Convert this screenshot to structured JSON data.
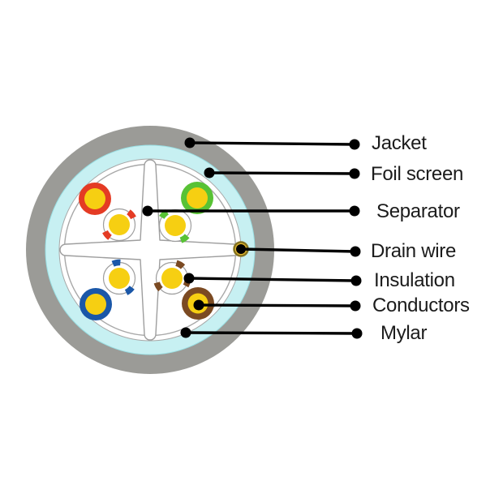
{
  "diagram": {
    "type": "twisted-pair-cable-cross-section",
    "labels": [
      {
        "text": "Jacket"
      },
      {
        "text": "Foil screen"
      },
      {
        "text": "Separator"
      },
      {
        "text": "Drain wire"
      },
      {
        "text": "Insulation"
      },
      {
        "text": "Conductors"
      },
      {
        "text": "Mylar"
      }
    ]
  },
  "colors": {
    "jacket_gray": "#9b9b97",
    "foil_cyan": "#c7f0f2",
    "inner_white": "#ffffff",
    "outline_gray": "#9e9e9e",
    "conductor_yellow": "#f6cf12",
    "pair_red": "#e43b24",
    "pair_green": "#58c235",
    "pair_blue": "#1a57a8",
    "pair_brown": "#7b4a22",
    "drain_fill": "#e9bb2d",
    "drain_ring": "#857321",
    "leader_line_black": "#000000",
    "label_text": "#1b1b1b"
  }
}
